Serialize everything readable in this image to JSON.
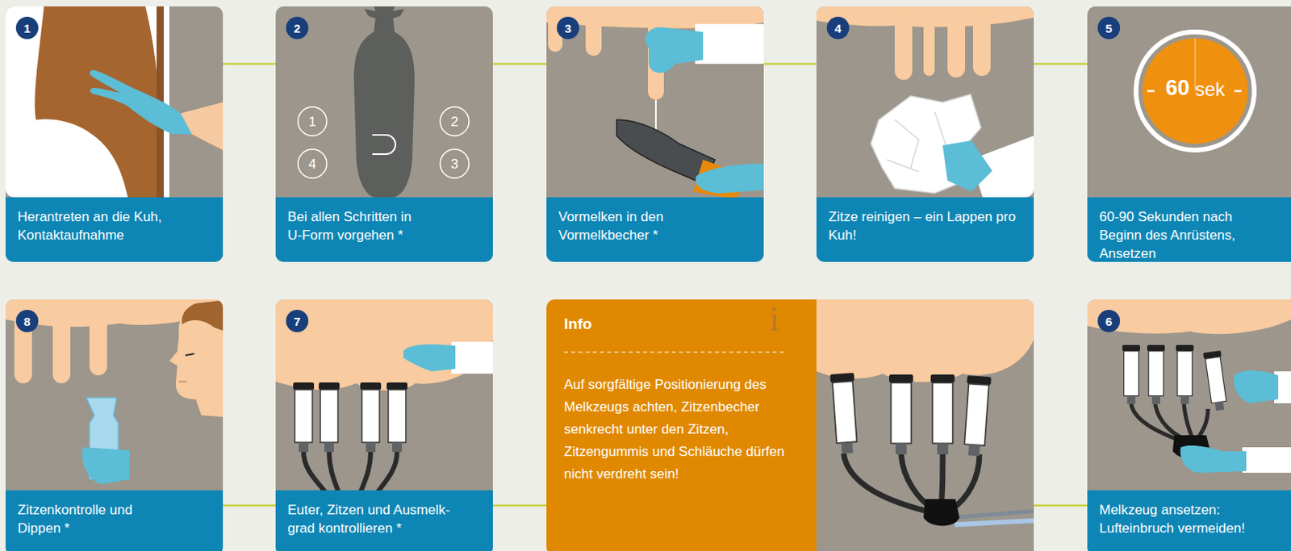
{
  "diagram": {
    "nodes": [
      {
        "text": [
          "Herantreten an die Kuh, Kontaktaufnahme"
        ]
      },
      {
        "text": [
          "1"
        ],
        "in": 0
      },
      {
        "text": [
          "Bei allen Schritten in U-Form vorgehen *"
        ]
      },
      {
        "text": [
          "2"
        ],
        "in": 2
      },
      {
        "text": [
          "Vormelken in den Vormelkbecher *"
        ]
      },
      {
        "text": [
          "3"
        ],
        "in": 4
      },
      {
        "text": [
          "Zitze reinigen – ein Lappen pro Kuh!"
        ]
      },
      {
        "text": [
          "4"
        ],
        "in": 6
      },
      {
        "text": [
          "60-90 Sekunden nach Beginn des Anrüstens, Ansetzen"
        ]
      },
      {
        "text": [
          "5"
        ],
        "in": 8
      },
      {
        "text": [
          "Zitzenkontrolle und Dippen *"
        ]
      },
      {
        "text": [
          "8"
        ],
        "in": 10
      },
      {
        "text": [
          "Euter, Zitzen und Ausmelk-grad kontrollieren *"
        ]
      },
      {
        "text": [
          "7"
        ],
        "in": 12
      },
      {
        "text": [
          "Info",
          "Auf sorgfältige Positionierung des Melkzeugs achten, Zitzenbecher senkrecht unter den Zitzen, Zitzengummis und Schläuche dürfen nicht verdreht sein!"
        ]
      },
      {
        "text": [
          "Melkzeug ansetzen: Lufteinbruch vermeiden!"
        ]
      },
      {
        "text": [
          "6"
        ],
        "in": 15
      }
    ],
    "edges": [
      {
        "from": 0,
        "to": 2,
        "arrow": "none"
      },
      {
        "from": 2,
        "to": 4,
        "arrow": "none"
      },
      {
        "from": 4,
        "to": 6,
        "arrow": "none"
      },
      {
        "from": 6,
        "to": 8,
        "arrow": "none"
      },
      {
        "from": 15,
        "to": 14,
        "arrow": "none"
      },
      {
        "from": 14,
        "to": 12,
        "arrow": "none"
      },
      {
        "from": 12,
        "to": 10,
        "arrow": "none"
      }
    ],
    "labels": [
      "1",
      "2",
      "4",
      "3",
      "60",
      "sek",
      "i"
    ]
  }
}
